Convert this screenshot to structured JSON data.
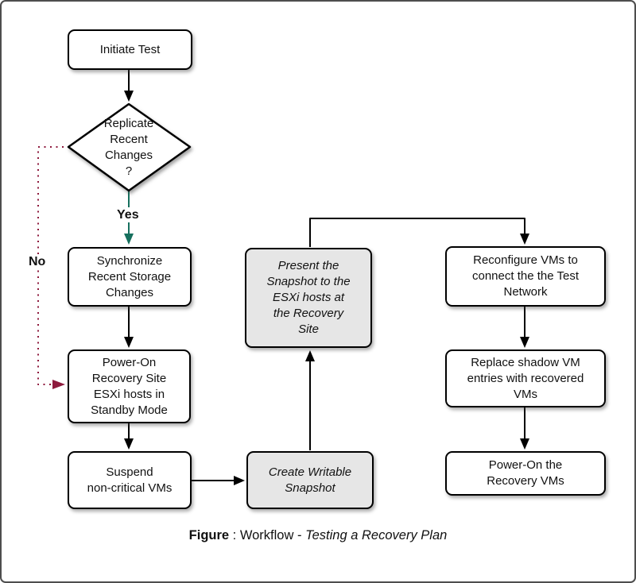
{
  "colors": {
    "accent-yes": "#17705e",
    "accent-no": "#8e1a3d",
    "line-black": "#000000",
    "node-fill": "#ffffff",
    "node-fill-alt": "#e6e6e6"
  },
  "nodes": {
    "initiate": {
      "label": "Initiate Test"
    },
    "decision": {
      "label": [
        "Replicate",
        "Recent",
        "Changes",
        "?"
      ]
    },
    "sync": {
      "label": [
        "Synchronize",
        "Recent Storage",
        "Changes"
      ]
    },
    "power_on_standby": {
      "label": [
        "Power-On",
        "Recovery Site",
        "ESXi hosts in",
        "Standby Mode"
      ]
    },
    "suspend": {
      "label": [
        "Suspend",
        "non-critical VMs"
      ]
    },
    "create_snapshot": {
      "label": [
        "Create Writable",
        "Snapshot"
      ]
    },
    "present_snapshot": {
      "label": [
        "Present the",
        "Snapshot to the",
        "ESXi hosts at",
        "the Recovery",
        "Site"
      ]
    },
    "reconfigure": {
      "label": [
        "Reconfigure VMs to",
        "connect the the Test",
        "Network"
      ]
    },
    "replace_shadow": {
      "label": [
        "Replace shadow VM",
        "entries with recovered",
        "VMs"
      ]
    },
    "power_on_vms": {
      "label": [
        "Power-On the",
        "Recovery VMs"
      ]
    }
  },
  "edges": {
    "yes_label": "Yes",
    "no_label": "No"
  },
  "caption": {
    "prefix": "Figure",
    "middle": " : Workflow - ",
    "italic_part": "Testing a Recovery Plan"
  }
}
